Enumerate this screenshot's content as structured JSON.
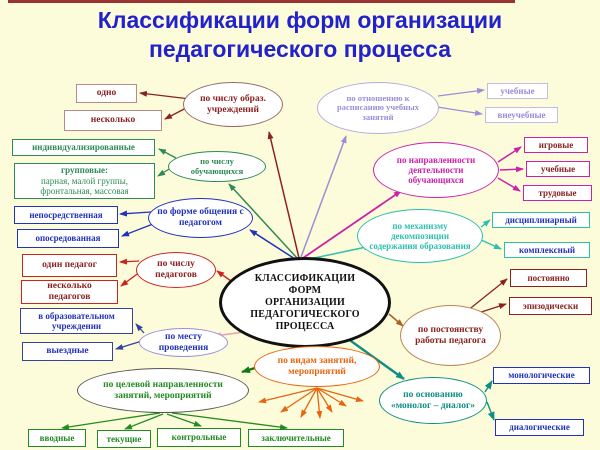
{
  "slide": {
    "title": "Классификации форм организации педагогического процесса"
  },
  "palette": {
    "background": "#fdfcda",
    "title": "#2222cc",
    "top_line": "#993333",
    "dark_red": "#8b2222",
    "red": "#cc2222",
    "green": "#2e8b57",
    "dark_green": "#117a11",
    "blue": "#2233bb",
    "navy": "#334499",
    "violet": "#9a8fd8",
    "magenta": "#cc22aa",
    "turquoise": "#2fbfae",
    "orange": "#e8650f",
    "brown": "#a8622d",
    "teal": "#0d8f86",
    "pink": "#ee9ab0"
  },
  "center": {
    "label": "КЛАССИФИКАЦИИ ФОРМ ОРГАНИЗАЦИИ ПЕДАГОГИЧЕСКОГО ПРОЦЕССА"
  },
  "branches": {
    "institutions": {
      "label": "по числу образ. учреждений"
    },
    "learners": {
      "label": "по числу обучающихся"
    },
    "communication": {
      "label": "по форме общения с педагогом"
    },
    "schedule": {
      "label": "по отношению к расписанию учебных занятий"
    },
    "activity": {
      "label": "по направленности деятельности обучающихся"
    },
    "decomposition": {
      "label": "по механизму декомпозиции содержания образования"
    },
    "teachers": {
      "label": "по числу педагогов"
    },
    "venue": {
      "label": "по месту проведения"
    },
    "purpose": {
      "label": "по целевой направленности занятий, мероприятий"
    },
    "types": {
      "label": "по видам занятий, мероприятий"
    },
    "permanence": {
      "label": "по постоянству работы педагога"
    },
    "monolog": {
      "label": "по основанию «монолог – диалог»"
    }
  },
  "leaves": {
    "one": "одно",
    "several": "несколько",
    "individualized": "индивидуализированные",
    "group_header": "групповые:",
    "group_body": "парная, малой группы, фронтальная, массовая",
    "direct": "непосредственная",
    "mediated": "опосредованная",
    "one_teacher": "один педагог",
    "several_teachers": "несколько педагогов",
    "in_institution": "в образовательном учреждении",
    "offsite": "выездные",
    "curricular": "учебные",
    "extracurricular": "внеучебные",
    "play": "игровые",
    "learning": "учебные",
    "labor": "трудовые",
    "disciplinary": "дисциплинарный",
    "complex": "комплексный",
    "permanent": "постоянно",
    "episodic": "эпизодически",
    "monological": "монологические",
    "dialogical": "диалогические",
    "introductory": "вводные",
    "current": "текущие",
    "control": "контрольные",
    "final": "заключительные"
  }
}
